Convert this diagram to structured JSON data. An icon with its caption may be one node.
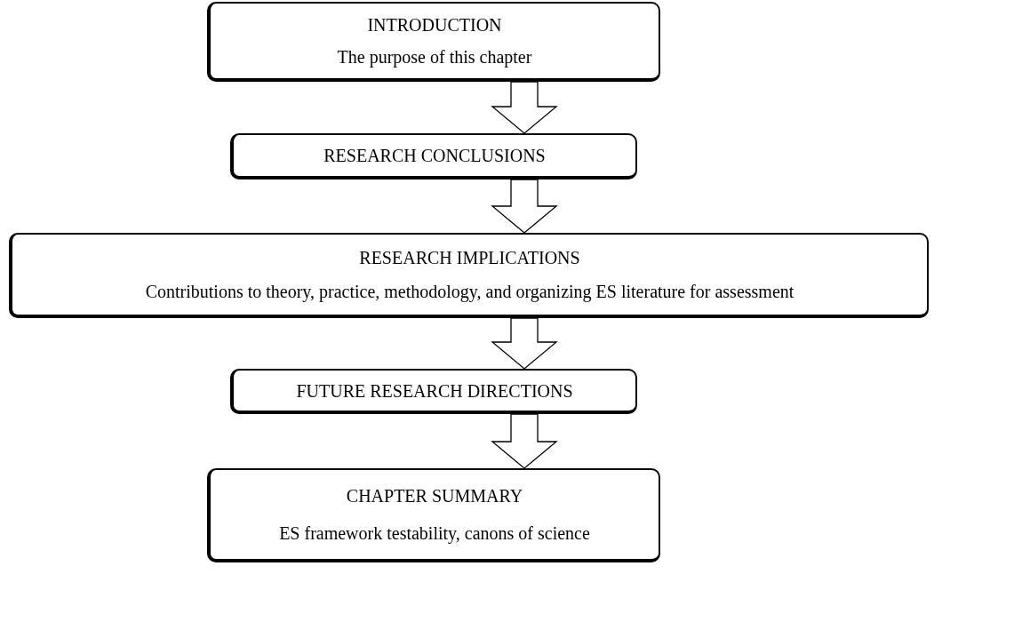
{
  "diagram": {
    "nodes": [
      {
        "text": [
          "INTRODUCTION",
          "The purpose of this chapter"
        ]
      },
      {
        "text": [
          "RESEARCH CONCLUSIONS"
        ]
      },
      {
        "text": [
          "RESEARCH IMPLICATIONS",
          "Contributions to theory, practice, methodology, and organizing ES literature for assessment"
        ]
      },
      {
        "text": [
          "FUTURE RESEARCH DIRECTIONS"
        ]
      },
      {
        "text": [
          "CHAPTER SUMMARY",
          "ES framework testability, canons of science"
        ]
      }
    ],
    "edges": [
      {
        "from": 0,
        "to": 1,
        "arrow": "to"
      },
      {
        "from": 1,
        "to": 2,
        "arrow": "to"
      },
      {
        "from": 2,
        "to": 3,
        "arrow": "to"
      },
      {
        "from": 3,
        "to": 4,
        "arrow": "to"
      }
    ]
  }
}
